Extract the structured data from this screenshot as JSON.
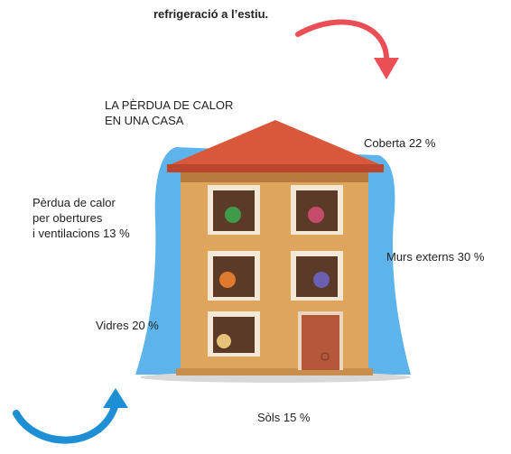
{
  "top_note": "refrigeració a l’estiu.",
  "title": "LA PÈRDUA DE CALOR\nEN UNA CASA",
  "labels": {
    "roof": "Coberta 22 %",
    "openings": "Pèrdua de calor\nper obertures\ni ventilacions 13 %",
    "walls": "Murs externs 30 %",
    "windows": "Vidres 20 %",
    "floors": "Sòls 15 %"
  },
  "colors": {
    "sky_glow": "#5cb4ea",
    "wall": "#e0a55c",
    "roof": "#d9583c",
    "red_arrow": "#ea4f55",
    "blue_arrow": "#1e8fd4",
    "door": "#b5573b",
    "window_frame": "#f3e7d6"
  }
}
